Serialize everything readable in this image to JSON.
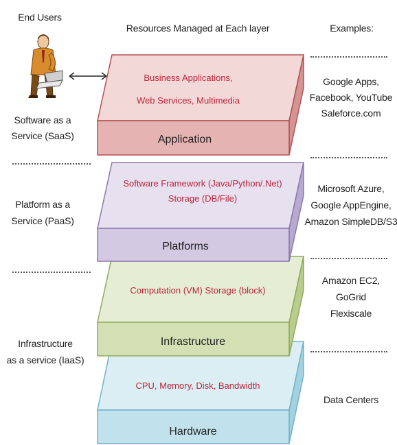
{
  "headers": {
    "end_users": "End Users",
    "resources": "Resources Managed at Each layer",
    "examples": "Examples:"
  },
  "service_models": {
    "saas": [
      "Software as a",
      "Service (SaaS)"
    ],
    "paas": [
      "Platform as a",
      "Service (PaaS)"
    ],
    "iaas": [
      "Infrastructure",
      "as a service (IaaS)"
    ]
  },
  "layers": [
    {
      "id": "application",
      "name": "Application",
      "resources": [
        "Business Applications,",
        "Web Services,  Multimedia"
      ],
      "colors": {
        "top": "#f3d8d8",
        "front": "#e6b3b3",
        "side": "#d49494",
        "edge": "#b05050",
        "text": "#c0243a"
      }
    },
    {
      "id": "platforms",
      "name": "Platforms",
      "resources": [
        "Software Framework (Java/Python/.Net)",
        "Storage (DB/File)"
      ],
      "colors": {
        "top": "#e6e0ef",
        "front": "#d3c9e3",
        "side": "#b8a9d0",
        "edge": "#8a78ac",
        "text": "#c0243a"
      }
    },
    {
      "id": "infrastructure",
      "name": "Infrastructure",
      "resources": [
        "Computation (VM)  Storage (block)"
      ],
      "colors": {
        "top": "#e5edd5",
        "front": "#d2e0b4",
        "side": "#b8cc8e",
        "edge": "#8faa5a",
        "text": "#c0243a"
      }
    },
    {
      "id": "hardware",
      "name": "Hardware",
      "resources": [
        "CPU, Memory, Disk, Bandwidth"
      ],
      "colors": {
        "top": "#daeef4",
        "front": "#c1e2ec",
        "side": "#a3d1df",
        "edge": "#6fb2c7",
        "text": "#c0243a"
      }
    }
  ],
  "examples": {
    "saas": [
      "Google Apps,",
      "Facebook, YouTube",
      "Saleforce.com"
    ],
    "paas": [
      "Microsoft Azure,",
      "Google AppEngine,",
      "Amazon SimpleDB/S3"
    ],
    "iaas": [
      "Amazon EC2,",
      "GoGrid",
      "Flexiscale"
    ],
    "hardware": [
      "Data Centers"
    ]
  },
  "icons": {
    "user": "person-at-computer-icon",
    "arrow": "double-arrow-icon"
  }
}
